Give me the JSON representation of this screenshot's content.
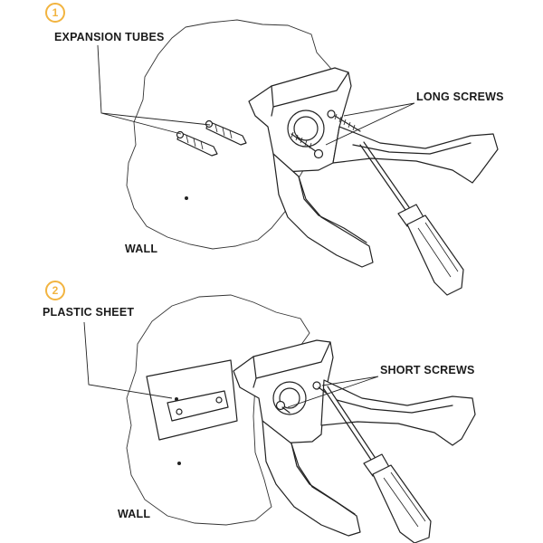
{
  "steps": [
    {
      "number": "1",
      "labels": {
        "expansion_tubes": "EXPANSION TUBES",
        "long_screws": "LONG SCREWS",
        "wall": "WALL"
      }
    },
    {
      "number": "2",
      "labels": {
        "plastic_sheet": "PLASTIC SHEET",
        "short_screws": "SHORT SCREWS",
        "wall": "WALL"
      }
    }
  ],
  "colors": {
    "badge": "#f2b440",
    "line": "#222222"
  }
}
